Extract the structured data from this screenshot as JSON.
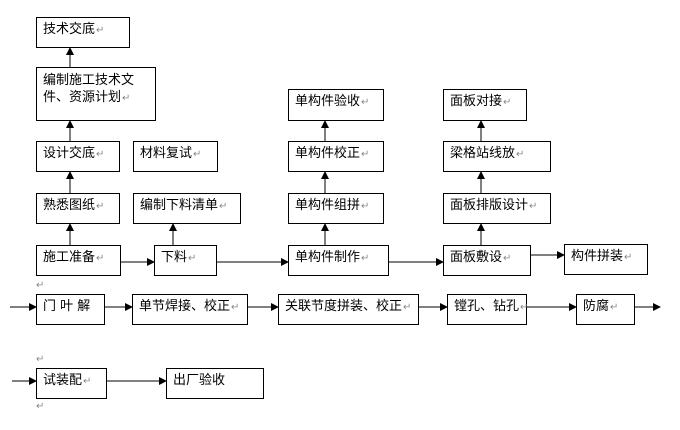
{
  "para_mark": "↵",
  "colors": {
    "line": "#000000",
    "box_border": "#000000",
    "mark": "#888888"
  },
  "nodes": {
    "tech_briefing": "技术交底",
    "tech_docs": "编制施工技术文件、资源计划",
    "design_briefing": "设计交底",
    "familiar_drawings": "熟悉图纸",
    "construction_prep": "施工准备",
    "material_retest": "材料复试",
    "cutting_list": "编制下料清单",
    "cutting": "下料",
    "single_acceptance": "单构件验收",
    "single_correction": "单构件校正",
    "single_assembly": "单构件组拼",
    "single_fabrication": "单构件制作",
    "panel_butt": "面板对接",
    "beam_lofting": "梁格站线放",
    "panel_layout": "面板排版设计",
    "panel_laying": "面板敷设",
    "component_assembly": "构件拼装",
    "door_leaf_split": "门 叶 解",
    "segment_welding": "单节焊接、校正",
    "related_assembly": "关联节度拼装、校正",
    "boring_drilling": "镗孔、钻孔",
    "anticorrosion": "防腐",
    "trial_assembly": "试装配",
    "factory_acceptance": "出厂验收"
  }
}
